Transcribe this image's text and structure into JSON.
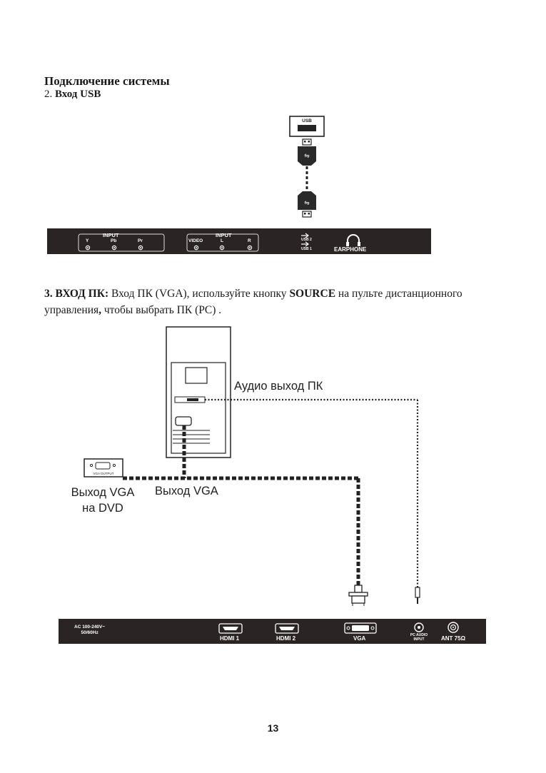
{
  "heading": "Подключение системы",
  "usb_section": {
    "number": "2.",
    "title": "Вход USB"
  },
  "usb_panel": {
    "usb_port_label": "USB",
    "group1_title": "INPUT",
    "group1_jacks": [
      "Y",
      "Pb",
      "Pr"
    ],
    "group2_title": "INPUT",
    "group2_jacks": [
      "VIDEO",
      "L",
      "R"
    ],
    "usb2": "USB 2",
    "usb1": "USB 1",
    "earphone": "EARPHONE"
  },
  "pc_section": {
    "title": "3. ВХОД ПК:",
    "text1": " Вход ПК (VGA), используйте кнопку ",
    "source": "SOURCE",
    "text2": " на пульте дистанционного управления",
    "comma": ",",
    "text3": " чтобы выбрать ПК (PC) ."
  },
  "diagram": {
    "audio_out_label": "Аудио выход ПК",
    "vga_output_small": "VGA OUTPUT",
    "dvd_vga_label_line1": "Выход VGA",
    "dvd_vga_label_line2": "на DVD",
    "pc_vga_label": "Выход VGA"
  },
  "back_panel": {
    "power_line1": "AC 100-240V~",
    "power_line2": "50/60Hz",
    "hdmi1": "HDMI 1",
    "hdmi2": "HDMI 2",
    "vga": "VGA",
    "pc_audio_line1": "PC AUDIO",
    "pc_audio_line2": "INPUT",
    "ant": "ANT 75Ω"
  },
  "page_number": "13"
}
